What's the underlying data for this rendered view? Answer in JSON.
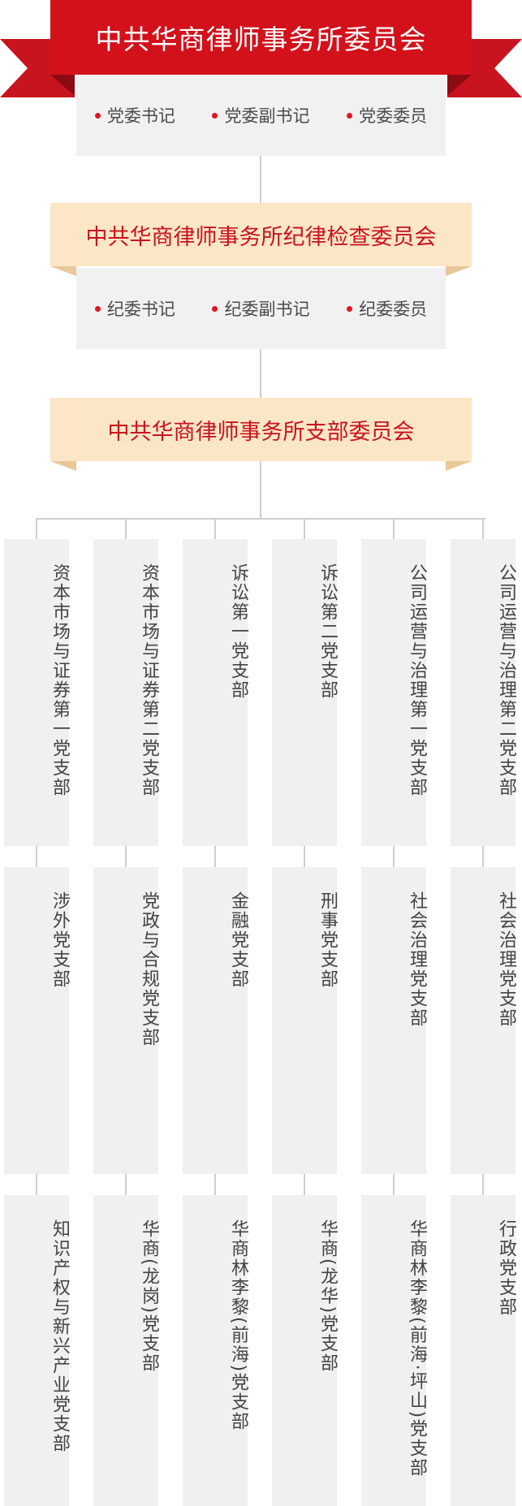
{
  "party_committee": {
    "title": "中共华商律师事务所委员会",
    "roles": [
      "党委书记",
      "党委副书记",
      "党委委员"
    ]
  },
  "discipline_committee": {
    "title": "中共华商律师事务所纪律检查委员会",
    "roles": [
      "纪委书记",
      "纪委副书记",
      "纪委委员"
    ]
  },
  "branch_committee": {
    "title": "中共华商律师事务所支部委员会"
  },
  "branches": {
    "row1": [
      "资本市场与证券第一党支部",
      "资本市场与证券第二党支部",
      "诉讼第一党支部",
      "诉讼第二党支部",
      "公司运营与治理第一党支部",
      "公司运营与治理第二党支部"
    ],
    "row2": [
      "涉外党支部",
      "党政与合规党支部",
      "金融党支部",
      "刑事党支部",
      "社会治理党支部",
      "社会治理党支部"
    ],
    "row3": [
      "知识产权与新兴产业党支部",
      "华商(龙岗)党支部",
      "华商林李黎(前海)党支部",
      "华商(龙华)党支部",
      "华商林李黎(前海·坪山)党支部",
      "行政党支部"
    ]
  },
  "colors": {
    "red": "#d3111b",
    "cream": "#fbe6c6",
    "gray_box": "#f0f0f0",
    "line": "#cfcfcf"
  }
}
